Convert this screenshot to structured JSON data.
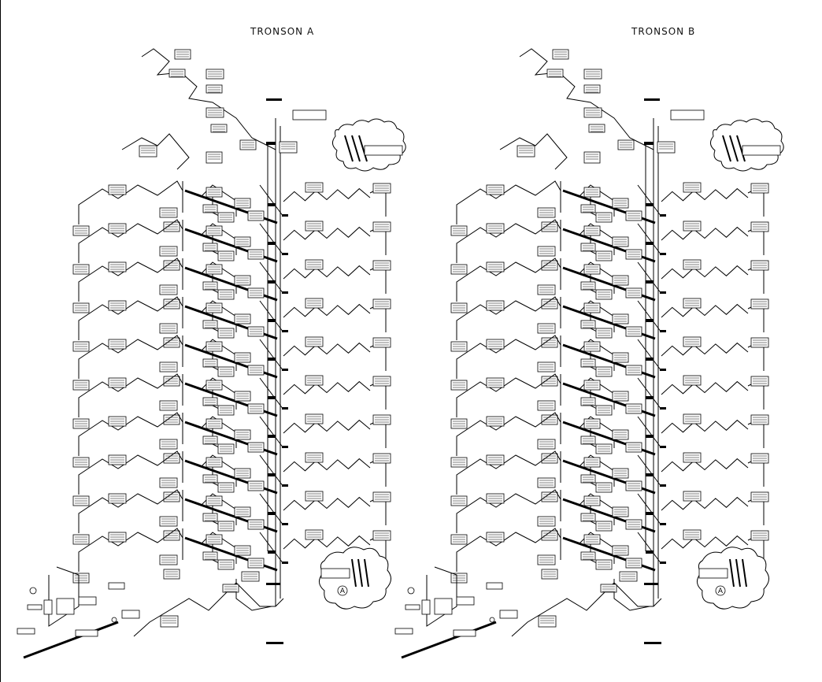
{
  "sheet": {
    "section_a_title": "TRONSON A",
    "section_b_title": "TRONSON B",
    "detail_marker": "A"
  },
  "sections": [
    "A",
    "B"
  ],
  "floors": 10
}
